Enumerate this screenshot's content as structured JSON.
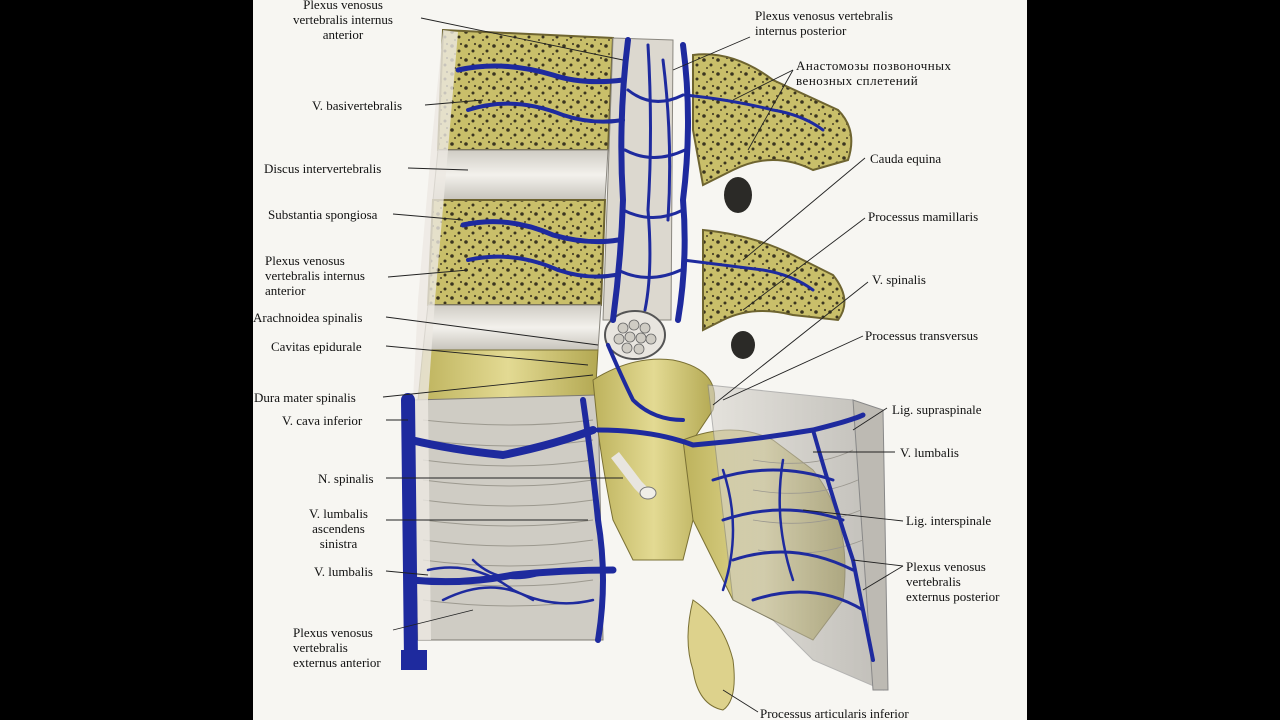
{
  "labels": {
    "plexus_int_ant_top": [
      "Plexus venosus",
      "vertebralis internus",
      "anterior"
    ],
    "v_basivertebralis": "V. basivertebralis",
    "discus_intervertebralis": "Discus intervertebralis",
    "substantia_spongiosa": "Substantia spongiosa",
    "plexus_int_ant_mid": [
      "Plexus venosus",
      "vertebralis internus",
      "anterior"
    ],
    "arachnoidea_spinalis": "Arachnoidea spinalis",
    "cavitas_epidurale": "Cavitas epidurale",
    "dura_mater_spinalis": "Dura mater spinalis",
    "v_cava_inferior": "V. cava inferior",
    "n_spinalis": "N. spinalis",
    "v_lumbalis_asc_sinistra": [
      "V. lumbalis",
      "ascendens",
      "sinistra"
    ],
    "v_lumbalis_left": "V. lumbalis",
    "plexus_ext_ant": [
      "Plexus venosus",
      "vertebralis",
      "externus anterior"
    ],
    "plexus_int_post": [
      "Plexus venosus vertebralis",
      "internus posterior"
    ],
    "anastomosy": [
      "Анастомозы позвоночных",
      "венозных сплетений"
    ],
    "cauda_equina": "Cauda equina",
    "processus_mamillaris": "Processus mamillaris",
    "v_spinalis": "V. spinalis",
    "processus_transversus": "Processus transversus",
    "lig_supraspinale": "Lig. supraspinale",
    "v_lumbalis_right": "V. lumbalis",
    "lig_interspinale": "Lig. interspinale",
    "plexus_ext_post": [
      "Plexus venosus",
      "vertebralis",
      "externus posterior"
    ],
    "processus_articularis_inferior": "Processus articularis inferior"
  },
  "colors": {
    "bone": "#d8cf84",
    "bone_dark": "#a89a45",
    "vein": "#1e2a9e",
    "disc": "#e6e3dc",
    "background": "#f7f6f2",
    "letterbox": "#000000"
  }
}
